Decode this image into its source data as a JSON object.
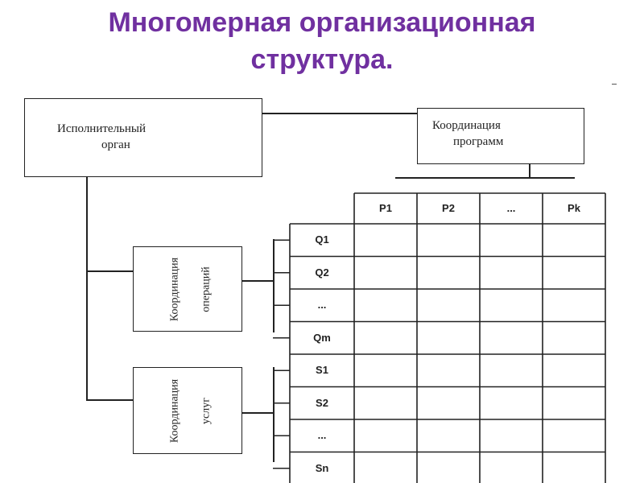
{
  "title": {
    "line1": "Многомерная организационная",
    "line2": "структура."
  },
  "executive": {
    "line1": "Исполнительный",
    "line2": "орган"
  },
  "program_coord": {
    "line1": "Координация",
    "line2": "программ"
  },
  "ops_coord": {
    "line1": "Координация",
    "line2": "операций"
  },
  "services_coord": {
    "line1": "Координация",
    "line2": "услуг"
  },
  "columns": [
    "P1",
    "P2",
    "...",
    "Pk"
  ],
  "rows": [
    "Q1",
    "Q2",
    "...",
    "Qm",
    "S1",
    "S2",
    "...",
    "Sn"
  ]
}
